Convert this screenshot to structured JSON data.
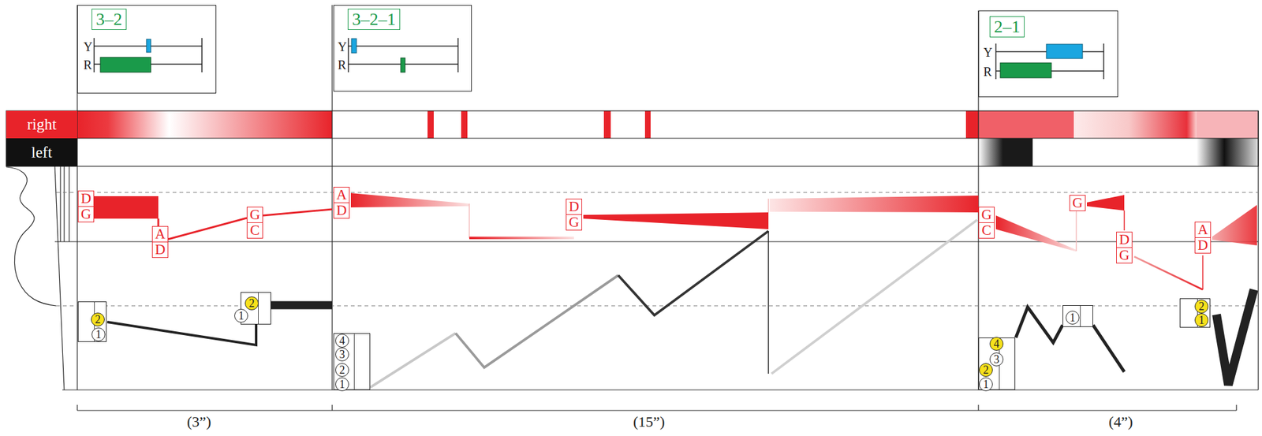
{
  "diagram": {
    "nodes": [
      {
        "text": [
          "Y",
          "R"
        ]
      },
      {
        "text": [
          "3–2"
        ],
        "in": 0
      },
      {
        "text": [
          "Y",
          "R"
        ]
      },
      {
        "text": [
          "3–2–1"
        ],
        "in": 2
      },
      {
        "text": [
          "Y",
          "R"
        ]
      },
      {
        "text": [
          "2–1"
        ],
        "in": 4
      },
      {
        "text": [
          "right"
        ]
      },
      {
        "text": [
          "left"
        ]
      },
      {
        "text": [
          "D",
          "G"
        ]
      },
      {
        "text": [
          "A",
          "D"
        ]
      },
      {
        "text": [
          "G",
          "C"
        ]
      },
      {
        "text": [
          "A",
          "D"
        ]
      },
      {
        "text": [
          "D",
          "G"
        ]
      },
      {
        "text": [
          "G",
          "C"
        ]
      },
      {
        "text": [
          "G"
        ]
      },
      {
        "text": [
          "D",
          "G"
        ]
      },
      {
        "text": [
          "A",
          "D"
        ]
      },
      {
        "text": [
          "2",
          "1"
        ]
      },
      {
        "text": [
          "2",
          "1"
        ]
      },
      {
        "text": [
          "4",
          "3",
          "2",
          "1"
        ]
      },
      {
        "text": [
          "4",
          "3",
          "2",
          "1"
        ]
      },
      {
        "text": [
          "1"
        ]
      },
      {
        "text": [
          "2",
          "1"
        ]
      }
    ],
    "labels": [
      "(3”)",
      "(15”)",
      "(4”)"
    ]
  }
}
